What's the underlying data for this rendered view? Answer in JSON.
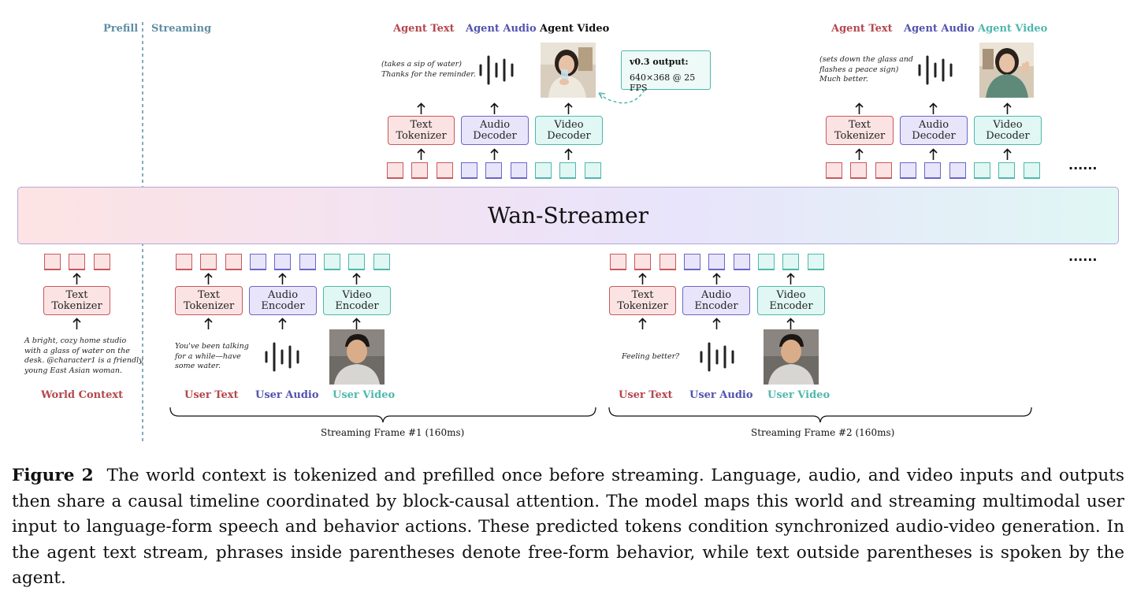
{
  "header": {
    "prefill": "Prefill",
    "streaming": "Streaming"
  },
  "agent_frame_1": {
    "text_label": "Agent Text",
    "audio_label": "Agent Audio",
    "video_label": "Agent Video",
    "agent_text": "(takes a sip of water)\nThanks for the reminder.",
    "text_box": "Text\nTokenizer",
    "audio_box": "Audio\nDecoder",
    "video_box": "Video\nDecoder",
    "note_title": "v0.3 output:",
    "note_value": "640×368 @ 25 FPS"
  },
  "agent_frame_2": {
    "text_label": "Agent Text",
    "audio_label": "Agent Audio",
    "video_label": "Agent Video",
    "agent_text": "(sets down the glass and\nflashes a peace sign)\nMuch better.",
    "text_box": "Text\nTokenizer",
    "audio_box": "Audio\nDecoder",
    "video_box": "Video\nDecoder"
  },
  "model": {
    "name": "Wan-Streamer"
  },
  "ellipsis": "......",
  "world": {
    "text_box": "Text\nTokenizer",
    "prompt": "A bright, cozy home studio\nwith a glass of water on the\ndesk. @character1 is a friendly\nyoung East Asian woman.",
    "label": "World Context"
  },
  "user_frame_1": {
    "text_box": "Text\nTokenizer",
    "audio_box": "Audio\nEncoder",
    "video_box": "Video\nEncoder",
    "user_text": "You've been talking\nfor a while—have\nsome water.",
    "text_label": "User Text",
    "audio_label": "User Audio",
    "video_label": "User Video",
    "frame_label": "Streaming Frame #1 (160ms)"
  },
  "user_frame_2": {
    "text_box": "Text\nTokenizer",
    "audio_box": "Audio\nEncoder",
    "video_box": "Video\nEncoder",
    "user_text": "Feeling better?",
    "text_label": "User Text",
    "audio_label": "User Audio",
    "video_label": "User Video",
    "frame_label": "Streaming Frame #2 (160ms)"
  },
  "caption": {
    "fig_label": "Figure 2",
    "text": "The world context is tokenized and prefilled once before streaming. Language, audio, and video inputs and outputs then share a causal timeline coordinated by block-causal attention. The model maps this world and streaming multimodal user input to language-form speech and behavior actions. These predicted tokens condition synchronized audio-video generation. In the agent text stream, phrases inside parentheses denote free-form behavior, while text outside parentheses is spoken by the agent."
  },
  "colors": {
    "text_stream": "#c9585d",
    "audio_stream": "#6b66c6",
    "video_stream": "#4fb8ac",
    "divider": "#5f8da5"
  },
  "icons": [
    "waveform-icon",
    "up-arrow-icon",
    "person-photo"
  ]
}
